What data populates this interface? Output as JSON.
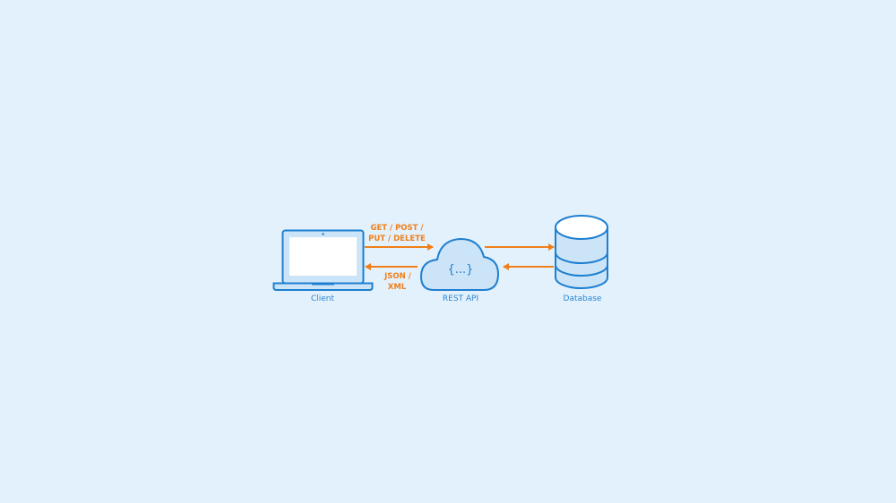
{
  "nodes": {
    "client": "Client",
    "api": "REST API",
    "api_symbol": "{...}",
    "database": "Database"
  },
  "arrows": {
    "request_line1": "GET / POST /",
    "request_line2": "PUT / DELETE",
    "response_line1": "JSON /",
    "response_line2": "XML"
  },
  "colors": {
    "background": "#e3f1fc",
    "stroke": "#1e7fd0",
    "fill": "#cce4f7",
    "arrow": "#f07f1a"
  }
}
